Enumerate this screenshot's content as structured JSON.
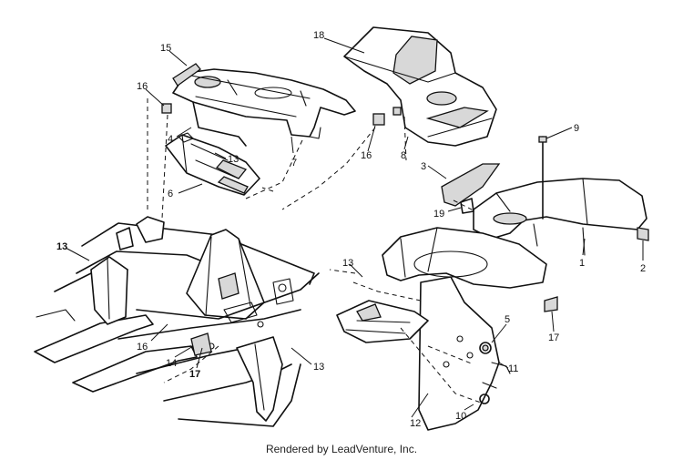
{
  "callouts": {
    "c15": "15",
    "c18": "18",
    "c16a": "16",
    "c16b": "16",
    "c16c": "16",
    "c4": "4",
    "c13a": "13",
    "c13b": "13",
    "c13c": "13",
    "c13d": "13",
    "c7": "7",
    "c8": "8",
    "c6": "6",
    "c9": "9",
    "c3": "3",
    "c19": "19",
    "c1": "1",
    "c2": "2",
    "c5": "5",
    "c17a": "17",
    "c17b": "17",
    "c14": "14",
    "c11": "11",
    "c12": "12",
    "c10": "10"
  },
  "footer": "Rendered by LeadVenture, Inc.",
  "colors": {
    "line": "#111111",
    "shade": "#d8d8d8",
    "background": "#ffffff"
  }
}
